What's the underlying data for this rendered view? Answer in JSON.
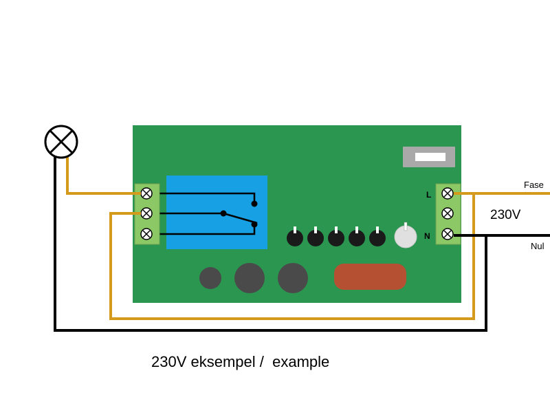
{
  "labels": {
    "fase": "Fase",
    "nul": "Nul",
    "voltage": "230V",
    "terminal_l": "L",
    "terminal_n": "N",
    "caption": "230V eksempel /  example"
  },
  "colors": {
    "board": "#2a9650",
    "relay": "#17a0e3",
    "terminal_block": "#8cc866",
    "wire_orange": "#d39a1b",
    "wire_black": "#000000",
    "button": "#1a1a1a",
    "component_grey": "#4a4a4a",
    "fuse": "#b65032",
    "potentiometer": "#e0e0e0"
  },
  "icons": {
    "lamp": "lamp-icon",
    "screw": "screw-terminal-icon"
  }
}
